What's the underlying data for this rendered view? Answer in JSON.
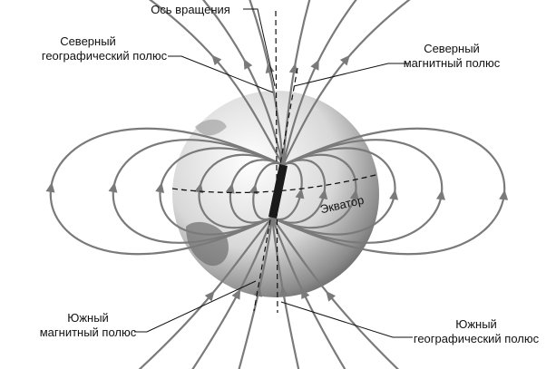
{
  "labels": {
    "rotation_axis": "Ось вращения",
    "north_geo_1": "Северный",
    "north_geo_2": "географический полюс",
    "north_mag_1": "Северный",
    "north_mag_2": "магнитный полюс",
    "equator": "Экватор",
    "south_mag_1": "Южный",
    "south_mag_2": "магнитный полюс",
    "south_geo_1": "Южный",
    "south_geo_2": "географический полюс"
  },
  "colors": {
    "field_line": "#7a7a7a",
    "magnet": "#1a1a1a",
    "text": "#111111"
  }
}
